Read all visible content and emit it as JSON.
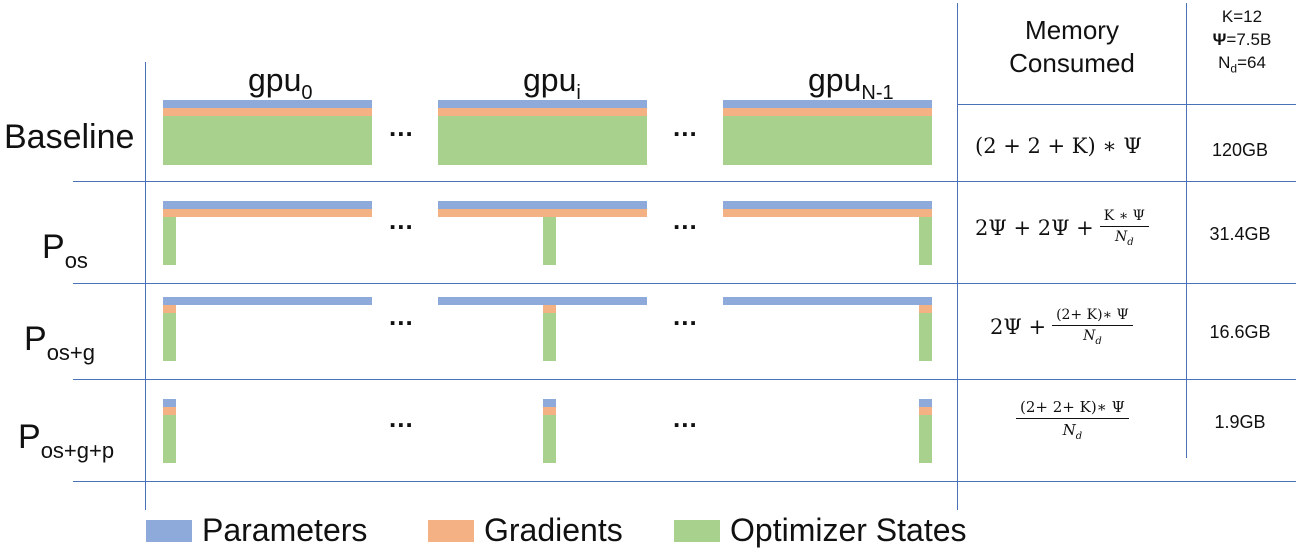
{
  "columns": {
    "gpu0": {
      "base": "gpu",
      "sub": "0"
    },
    "gpui": {
      "base": "gpu",
      "sub": "i"
    },
    "gpuN": {
      "base": "gpu",
      "sub": "N-1"
    }
  },
  "ellipsis": "...",
  "header": {
    "memory_line1": "Memory",
    "memory_line2": "Consumed",
    "k": "K=12",
    "psi_symbol": "Ψ",
    "psi_value": "=7.5B",
    "nd_base": "N",
    "nd_sub": "d",
    "nd_value": "=64"
  },
  "rows": [
    {
      "label": "Baseline",
      "label_sub": "",
      "value": "120GB"
    },
    {
      "label": "P",
      "label_sub": "os",
      "value": "31.4GB"
    },
    {
      "label": "P",
      "label_sub": "os+g",
      "value": "16.6GB"
    },
    {
      "label": "P",
      "label_sub": "os+g+p",
      "value": "1.9GB"
    }
  ],
  "formulas": {
    "r0": "(2 + 2 + K) ∗ Ψ",
    "r1_lead": "2Ψ + 2Ψ +",
    "r1_num": "K ∗ Ψ",
    "r2_lead": "2Ψ +",
    "r2_num": "(2+ K)∗ Ψ",
    "r3_num": "(2+ 2+ K)∗ Ψ",
    "den_base": "N",
    "den_sub": "d"
  },
  "legend": [
    {
      "label": "Parameters",
      "color": "#8eaadb"
    },
    {
      "label": "Gradients",
      "color": "#f4b183"
    },
    {
      "label": "Optimizer States",
      "color": "#a9d18e"
    }
  ]
}
